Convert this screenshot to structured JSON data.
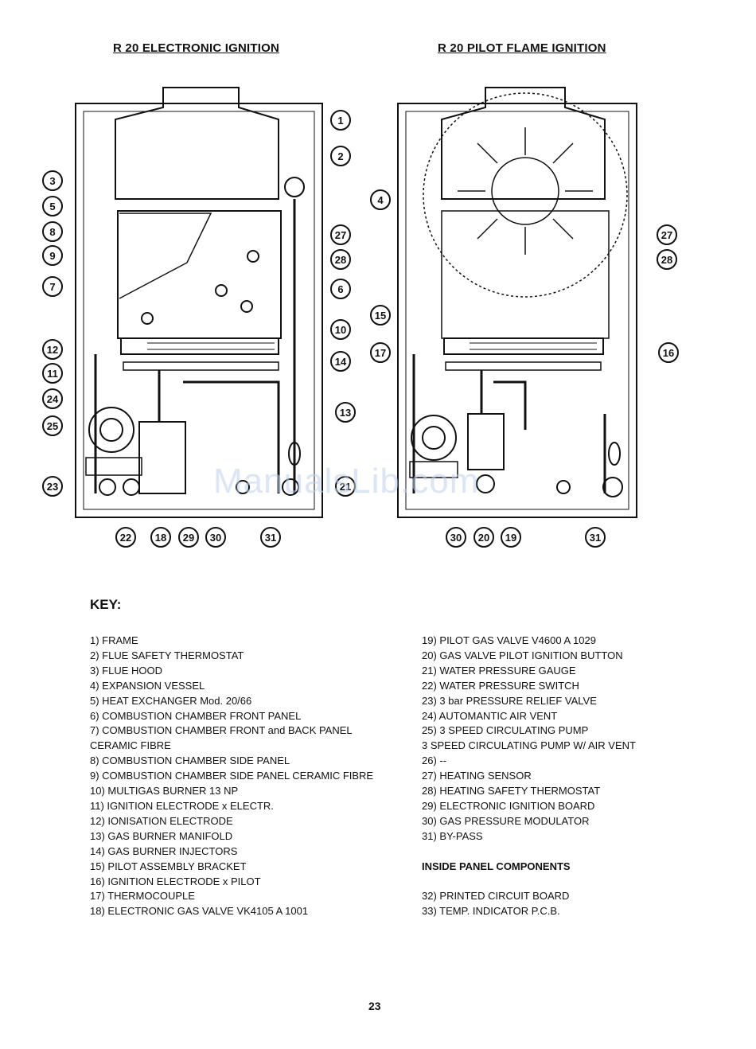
{
  "headings": {
    "left": "R 20 ELECTRONIC IGNITION",
    "right": "R 20 PILOT FLAME IGNITION"
  },
  "callouts_left": [
    "1",
    "2",
    "3",
    "5",
    "8",
    "9",
    "7",
    "27",
    "28",
    "6",
    "10",
    "12",
    "11",
    "14",
    "24",
    "13",
    "25",
    "23",
    "21",
    "22",
    "18",
    "29",
    "30",
    "31"
  ],
  "callouts_right": [
    "4",
    "27",
    "28",
    "15",
    "17",
    "16",
    "30",
    "20",
    "19",
    "31"
  ],
  "watermark": "ManualsLib.com",
  "key": {
    "title": "KEY:",
    "left_items": [
      "1)  FRAME",
      "2)  FLUE SAFETY THERMOSTAT",
      "3)  FLUE HOOD",
      "4)  EXPANSION VESSEL",
      "5)  HEAT EXCHANGER Mod. 20/66",
      "6)  COMBUSTION CHAMBER FRONT PANEL",
      "7)  COMBUSTION  CHAMBER  FRONT  and  BACK  PANEL",
      "      CERAMIC FIBRE",
      "8)  COMBUSTION CHAMBER SIDE PANEL",
      "9)  COMBUSTION CHAMBER SIDE PANEL CERAMIC FIBRE",
      "10) MULTIGAS BURNER 13 NP",
      "11) IGNITION ELECTRODE x ELECTR.",
      "12) IONISATION ELECTRODE",
      "13) GAS BURNER MANIFOLD",
      "14) GAS BURNER INJECTORS",
      "15) PILOT ASSEMBLY BRACKET",
      "16) IGNITION ELECTRODE  x PILOT",
      "17) THERMOCOUPLE",
      "18) ELECTRONIC GAS VALVE VK4105 A 1001"
    ],
    "right_items": [
      "19) PILOT GAS VALVE V4600 A 1029",
      "20) GAS VALVE PILOT IGNITION BUTTON",
      "21) WATER PRESSURE GAUGE",
      "22) WATER PRESSURE SWITCH",
      "23) 3 bar PRESSURE RELIEF VALVE",
      "24) AUTOMANTIC AIR VENT",
      "25) 3 SPEED CIRCULATING PUMP",
      "3 SPEED CIRCULATING PUMP W/ AIR VENT",
      "26) --",
      "27) HEATING SENSOR",
      "28) HEATING SAFETY THERMOSTAT",
      "29) ELECTRONIC IGNITION BOARD",
      "30) GAS PRESSURE MODULATOR",
      "31) BY-PASS",
      "",
      "INSIDE PANEL COMPONENTS",
      "",
      "32) PRINTED CIRCUIT BOARD",
      "33) TEMP. INDICATOR P.C.B."
    ]
  },
  "page_number": "23"
}
